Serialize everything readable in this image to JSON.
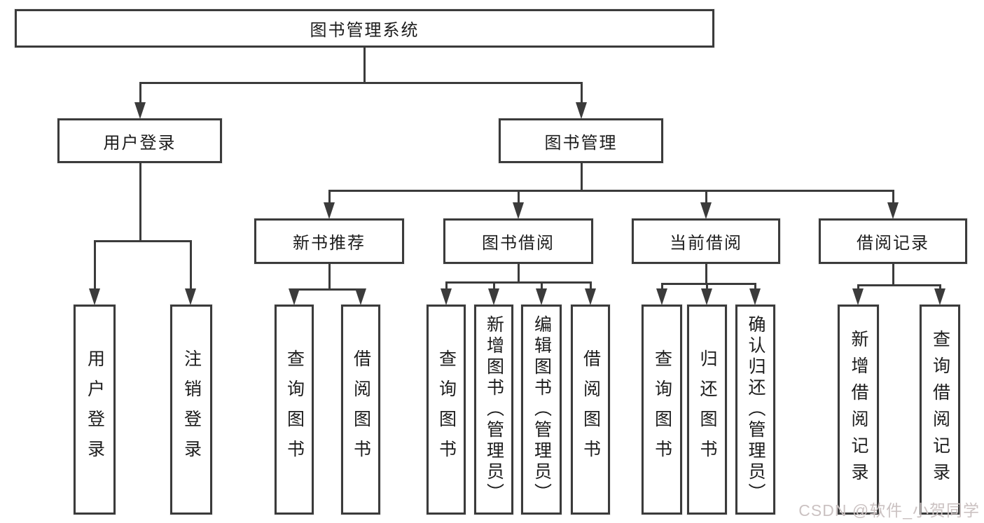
{
  "diagram": {
    "root": "图书管理系统",
    "level2": [
      "用户登录",
      "图书管理"
    ],
    "level3": [
      "新书推荐",
      "图书借阅",
      "当前借阅",
      "借阅记录"
    ],
    "leaves": {
      "user_login": [
        "用户登录",
        "注销登录"
      ],
      "new_book_recommend": [
        "查询图书",
        "借阅图书"
      ],
      "book_borrow": [
        "查询图书",
        "新增图书（管理员）",
        "编辑图书（管理员）",
        "借阅图书"
      ],
      "current_borrow": [
        "查询图书",
        "归还图书",
        "确认归还（管理员）"
      ],
      "borrow_records": [
        "新增借阅记录",
        "查询借阅记录"
      ]
    },
    "watermark": "CSDN @软件_小贺同学",
    "colors": {
      "line": "#3b3b3b",
      "text": "#1c1c1c",
      "background": "#ffffff",
      "watermark": "#cbc2c2"
    }
  }
}
